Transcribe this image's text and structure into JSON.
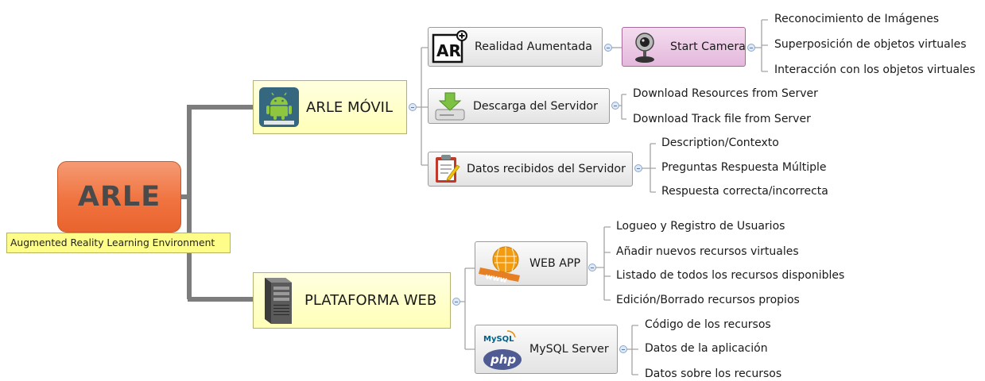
{
  "root": {
    "title": "ARLE",
    "subtitle": "Augmented Reality Learning Environment"
  },
  "branches": [
    {
      "label": "ARLE MÓVIL",
      "icon": "android-icon",
      "children": [
        {
          "label": "Realidad Aumentada",
          "icon": "ar-icon",
          "child": {
            "label": "Start Camera",
            "icon": "webcam-icon",
            "leaves": [
              "Reconocimiento de Imágenes",
              "Superposición de objetos virtuales",
              "Interacción con los objetos virtuales"
            ]
          }
        },
        {
          "label": "Descarga del Servidor",
          "icon": "download-icon",
          "leaves": [
            "Download Resources from Server",
            "Download Track file from Server"
          ]
        },
        {
          "label": "Datos recibidos del Servidor",
          "icon": "clipboard-icon",
          "leaves": [
            "Description/Contexto",
            "Preguntas Respuesta Múltiple",
            "Respuesta correcta/incorrecta"
          ]
        }
      ]
    },
    {
      "label": "PLATAFORMA WEB",
      "icon": "server-tower-icon",
      "children": [
        {
          "label": "WEB APP",
          "icon": "www-icon",
          "leaves": [
            "Logueo y Registro de Usuarios",
            "Añadir nuevos recursos virtuales",
            "Listado de todos los recursos disponibles",
            "Edición/Borrado recursos propios"
          ]
        },
        {
          "label": "MySQL Server",
          "icon": "mysql-php-icon",
          "icon_text": {
            "top": "MySQL",
            "bottom": "php"
          },
          "leaves": [
            "Código de los recursos",
            "Datos de la aplicación",
            "Datos sobre los recursos"
          ]
        }
      ]
    }
  ],
  "colors": {
    "root": "#f0733f",
    "main_branch": "#ffffb8",
    "subtopic": "#e8e8e8",
    "camera_node": "#e9c3e3",
    "connector": "#a0a0a0"
  }
}
